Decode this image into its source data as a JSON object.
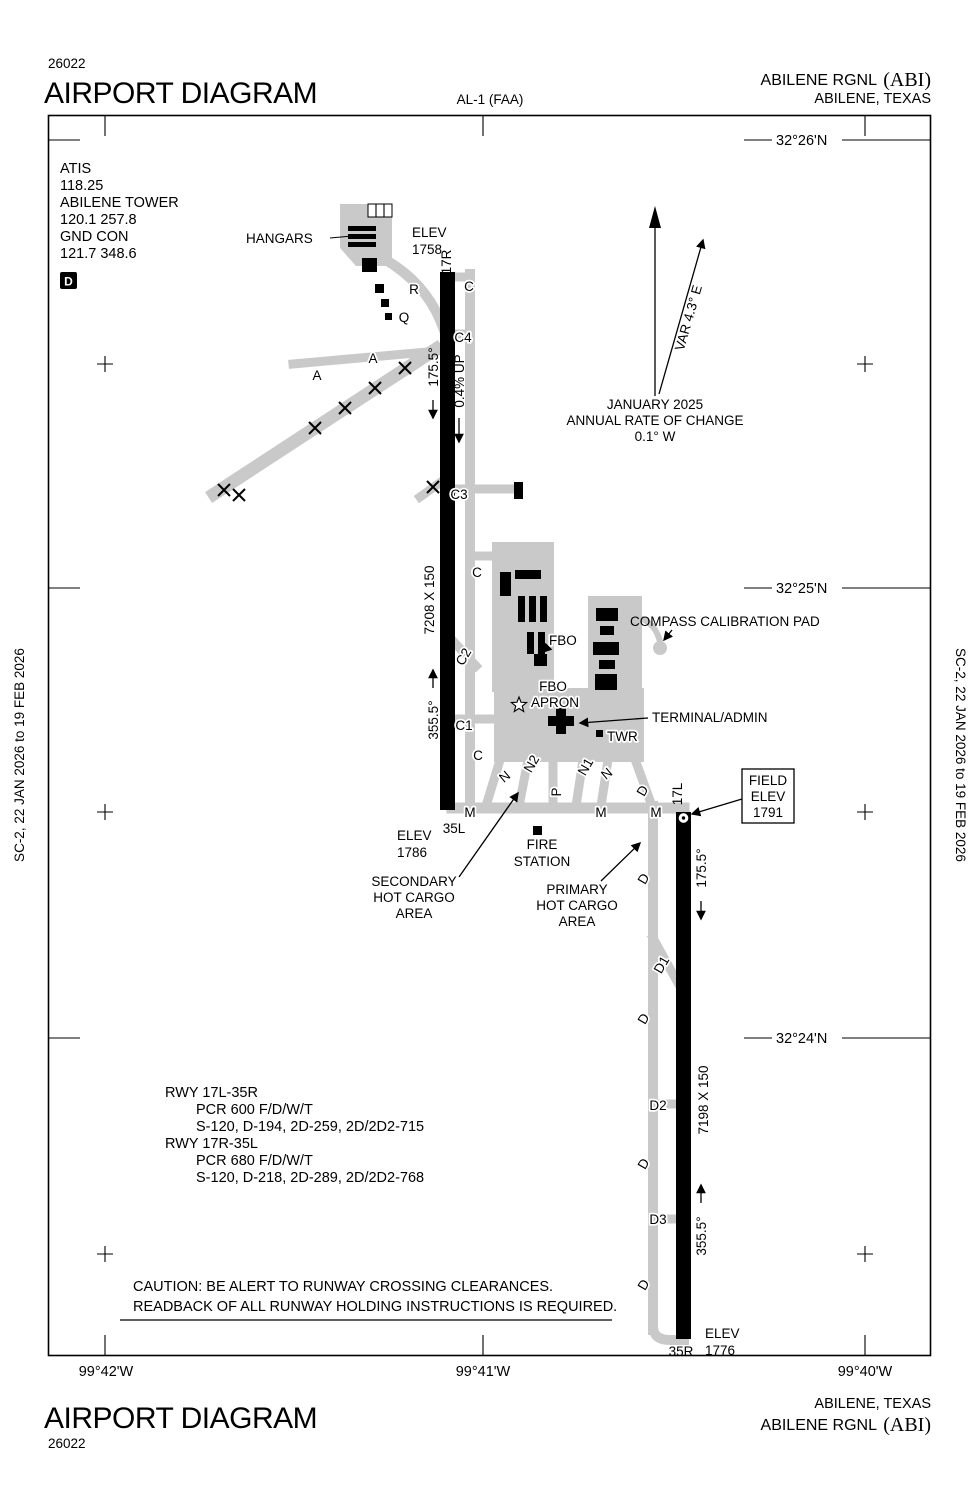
{
  "header": {
    "chart_number": "26022",
    "title": "AIRPORT DIAGRAM",
    "procedure": "AL-1 (FAA)",
    "airport_name": "ABILENE RGNL",
    "airport_id": "(ABI)",
    "city": "ABILENE, TEXAS"
  },
  "footer": {
    "title": "AIRPORT DIAGRAM",
    "chart_number": "26022",
    "city": "ABILENE, TEXAS",
    "airport_name": "ABILENE RGNL",
    "airport_id": "(ABI)"
  },
  "margins": {
    "left": "SC-2, 22 JAN 2026 to 19 FEB 2026",
    "right": "SC-2, 22 JAN 2026 to 19 FEB 2026"
  },
  "graticule": {
    "lat": [
      "32°26'N",
      "32°25'N",
      "32°24'N"
    ],
    "lon": [
      "99°42'W",
      "99°41'W",
      "99°40'W"
    ]
  },
  "comms": {
    "atis_label": "ATIS",
    "atis_freq": "118.25",
    "tower_label": "ABILENE TOWER",
    "tower_freq": "120.1  257.8",
    "gnd_label": "GND CON",
    "gnd_freq": "121.7  348.6",
    "declared_distance_symbol": "D"
  },
  "north": {
    "variation": "VAR 4.3° E",
    "date": "JANUARY 2025",
    "rate_label": "ANNUAL RATE OF CHANGE",
    "rate": "0.1° W"
  },
  "runway_17r_35l": {
    "end_north": "17R",
    "end_south": "35L",
    "dimensions": "7208 X 150",
    "heading_south": "175.5°",
    "heading_north": "355.5°",
    "slope": "0.4% UP",
    "elev_north": [
      "ELEV",
      "1758"
    ],
    "elev_south": [
      "ELEV",
      "1786"
    ]
  },
  "runway_17l_35r": {
    "end_north": "17L",
    "end_south": "35R",
    "dimensions": "7198 X 150",
    "heading_south": "175.5°",
    "heading_north": "355.5°",
    "elev_south": [
      "ELEV",
      "1776"
    ]
  },
  "field_elev": [
    "FIELD",
    "ELEV",
    "1791"
  ],
  "labels": {
    "hangars": "HANGARS",
    "compass_pad": "COMPASS CALIBRATION PAD",
    "fbo": "FBO",
    "fbo_apron": [
      "FBO",
      "APRON"
    ],
    "terminal": "TERMINAL/ADMIN",
    "tower": "TWR",
    "fire_station": [
      "FIRE",
      "STATION"
    ],
    "secondary_cargo": [
      "SECONDARY",
      "HOT CARGO",
      "AREA"
    ],
    "primary_cargo": [
      "PRIMARY",
      "HOT CARGO",
      "AREA"
    ]
  },
  "taxiway_labels": [
    "C",
    "C4",
    "R",
    "Q",
    "A",
    "A",
    "C3",
    "C",
    "C2",
    "C1",
    "C",
    "N",
    "N2",
    "P",
    "N1",
    "N",
    "M",
    "M",
    "D",
    "M",
    "D",
    "D1",
    "D",
    "D2",
    "D",
    "D3",
    "D"
  ],
  "runway_data": [
    "RWY 17L-35R",
    "PCR 600 F/D/W/T",
    "S-120, D-194, 2D-259, 2D/2D2-715",
    "RWY 17R-35L",
    "PCR 680 F/D/W/T",
    "S-120, D-218, 2D-289, 2D/2D2-768"
  ],
  "caution": [
    "CAUTION:  BE ALERT TO RUNWAY CROSSING CLEARANCES.",
    "READBACK OF ALL RUNWAY HOLDING INSTRUCTIONS IS REQUIRED."
  ]
}
